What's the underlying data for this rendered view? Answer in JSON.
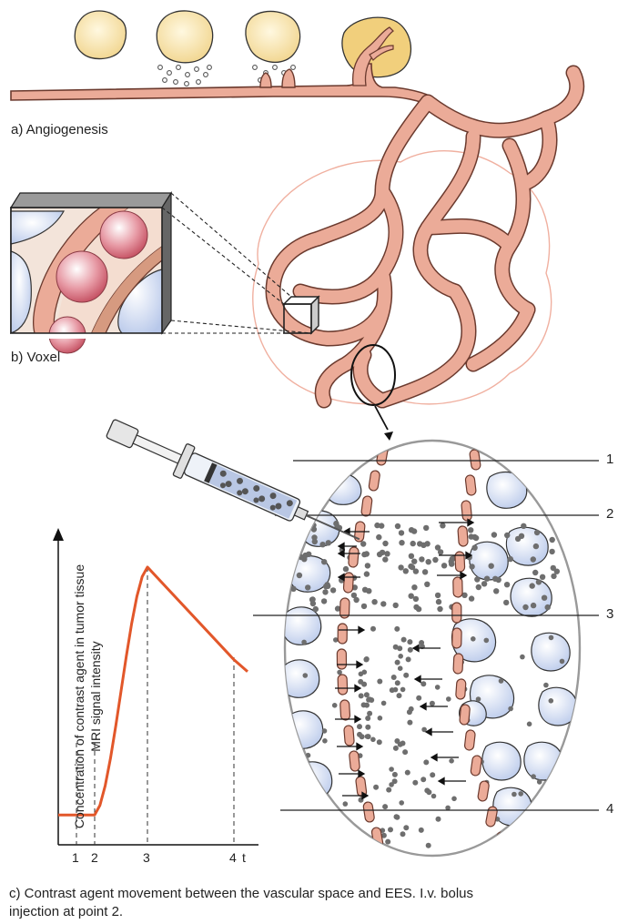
{
  "labels": {
    "angiogenesis": "a) Angiogenesis",
    "voxel": "b) Voxel",
    "caption_line1": "c) Contrast agent movement between the vascular space and EES. I.v. bolus",
    "caption_line2": "injection at point 2."
  },
  "plot": {
    "ylabel_line1": "Concentration of contrast agent in tumor tissue",
    "ylabel_line2": "MRI signal intensity",
    "xticks": [
      "1",
      "2",
      "3",
      "4"
    ],
    "xaxis_var": "t"
  },
  "points": [
    "1",
    "2",
    "3",
    "4"
  ],
  "colors": {
    "vessel_fill": "#ebab98",
    "vessel_stroke": "#6b3a2e",
    "tumor_cell": "#f4dfa6",
    "tissue_cell": "#d6dff2",
    "particle": "#6e6e6e",
    "curve": "#e2572a",
    "red_cell": "#d86a78"
  },
  "chart_data": {
    "type": "line",
    "title": "",
    "xlabel": "t",
    "ylabel": "Concentration of contrast agent in tumor tissue / MRI signal intensity",
    "x": [
      0,
      1,
      2,
      3,
      4,
      4.3
    ],
    "y": [
      0.1,
      0.1,
      0.1,
      0.93,
      0.62,
      0.58
    ],
    "xticks": [
      "1",
      "2",
      "3",
      "4"
    ]
  }
}
